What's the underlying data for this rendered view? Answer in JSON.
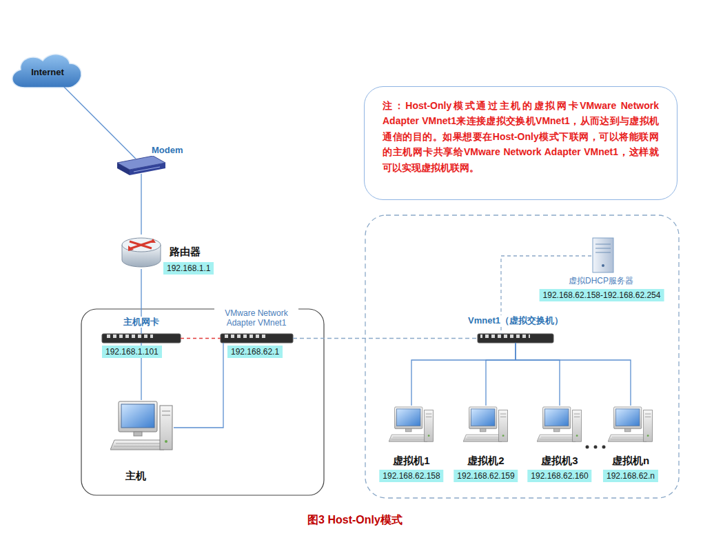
{
  "diagram": {
    "caption": "图3 Host-Only模式",
    "nodes": [
      {
        "text": [
          "Internet"
        ]
      },
      {
        "text": [
          "Modem"
        ]
      },
      {
        "text": [
          "路由器",
          "192.168.1.1"
        ]
      },
      {
        "text": [
          "主机网卡",
          "192.168.1.101"
        ]
      },
      {
        "text": [
          "VMware Network Adapter VMnet1",
          "192.168.62.1"
        ]
      },
      {
        "text": [
          "主机"
        ]
      },
      {
        "text": [
          "注：Host-Only模式通过主机的虚拟网卡VMware Network Adapter VMnet1来连接虚拟交换机VMnet1，从而达到与虚拟机通信的目的。如果想要在Host-Only模式下联网，可以将能联网的主机网卡共享给VMware Network Adapter VMnet1，这样就可以实现虚拟机联网。"
        ]
      },
      {
        "text": [
          "虚拟DHCP服务器",
          "192.168.62.158-192.168.62.254"
        ]
      },
      {
        "text": [
          "Vmnet1（虚拟交换机）"
        ]
      },
      {
        "text": [
          "虚拟机1",
          "192.168.62.158"
        ]
      },
      {
        "text": [
          "虚拟机2",
          "192.168.62.159"
        ]
      },
      {
        "text": [
          "虚拟机3",
          "192.168.62.160"
        ]
      },
      {
        "text": [
          "虚拟机n",
          "192.168.62.n"
        ]
      }
    ],
    "edges": [
      {
        "from": 0,
        "to": 1,
        "arrow": "none"
      },
      {
        "from": 1,
        "to": 2,
        "arrow": "none"
      },
      {
        "from": 2,
        "to": 3,
        "arrow": "none"
      },
      {
        "from": 3,
        "to": 5,
        "arrow": "none"
      },
      {
        "from": 3,
        "to": 4,
        "arrow": "none"
      },
      {
        "from": 4,
        "to": 5,
        "arrow": "none"
      },
      {
        "from": 4,
        "to": 8,
        "arrow": "none"
      },
      {
        "from": 7,
        "to": 8,
        "arrow": "none"
      },
      {
        "from": 8,
        "to": 9,
        "arrow": "none"
      },
      {
        "from": 8,
        "to": 10,
        "arrow": "none"
      },
      {
        "from": 8,
        "to": 11,
        "arrow": "none"
      },
      {
        "from": 8,
        "to": 12,
        "arrow": "none"
      }
    ]
  }
}
